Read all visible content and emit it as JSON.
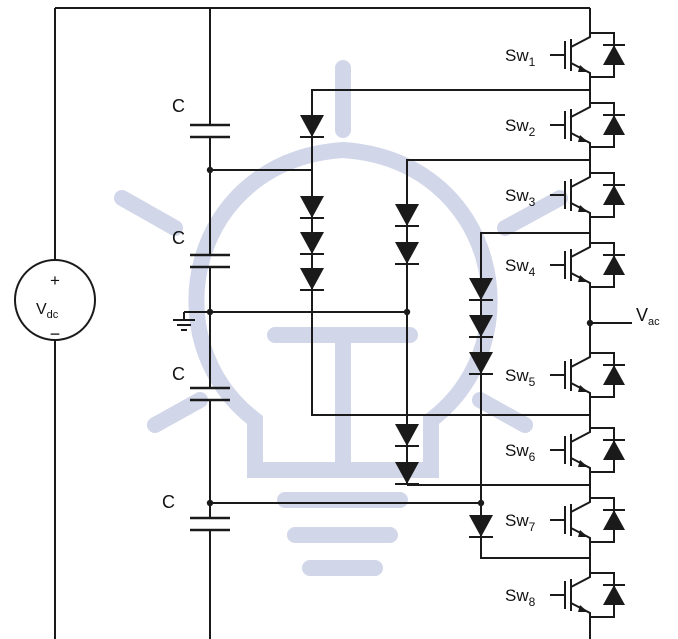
{
  "source": {
    "plus": "+",
    "v": "V",
    "sub": "dc",
    "minus": "−"
  },
  "capacitors": [
    {
      "label": "C"
    },
    {
      "label": "C"
    },
    {
      "label": "C"
    },
    {
      "label": "C"
    }
  ],
  "switches": [
    {
      "base": "Sw",
      "sub": "1"
    },
    {
      "base": "Sw",
      "sub": "2"
    },
    {
      "base": "Sw",
      "sub": "3"
    },
    {
      "base": "Sw",
      "sub": "4"
    },
    {
      "base": "Sw",
      "sub": "5"
    },
    {
      "base": "Sw",
      "sub": "6"
    },
    {
      "base": "Sw",
      "sub": "7"
    },
    {
      "base": "Sw",
      "sub": "8"
    }
  ],
  "output": {
    "base": "V",
    "sub": "ac"
  },
  "colors": {
    "wire": "#1a1a1a",
    "watermark": "#c9cfe6"
  },
  "icons": {
    "watermark": "lightbulb-watermark-icon",
    "ground": "ground-icon"
  }
}
